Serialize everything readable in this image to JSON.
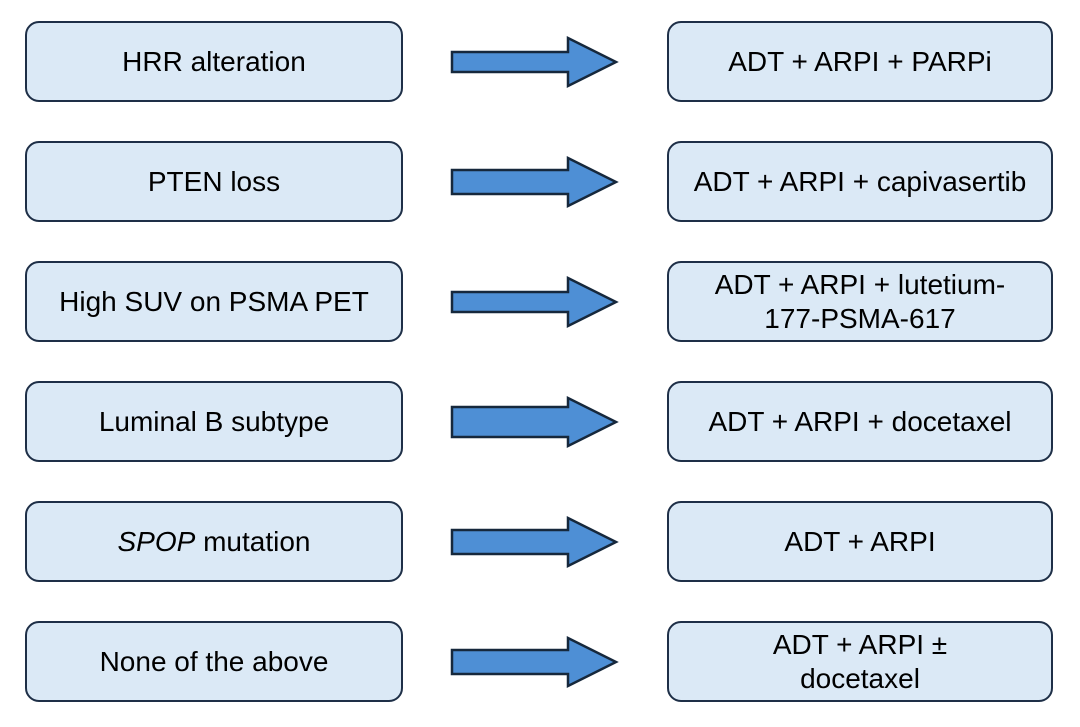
{
  "diagram": {
    "type": "flowchart",
    "description": "Condition to treatment mapping, six rows, left condition box with block arrow pointing to right treatment box",
    "colors": {
      "box_fill": "#dbe9f6",
      "box_border": "#1e2f47",
      "arrow_fill": "#4e8fd5",
      "arrow_border": "#16283c",
      "text": "#000000",
      "background": "#ffffff"
    },
    "arrow_icon": "right-block-arrow",
    "rows": [
      {
        "condition_em": "",
        "condition_rest": "HRR alteration",
        "treatment_line1": "ADT + ARPI + PARPi",
        "treatment_line2": ""
      },
      {
        "condition_em": "",
        "condition_rest": "PTEN loss",
        "treatment_line1": "ADT + ARPI + capivasertib",
        "treatment_line2": ""
      },
      {
        "condition_em": "",
        "condition_rest": "High SUV on PSMA PET",
        "treatment_line1": "ADT + ARPI + lutetium-",
        "treatment_line2": "177-PSMA-617"
      },
      {
        "condition_em": "",
        "condition_rest": "Luminal B subtype",
        "treatment_line1": "ADT + ARPI + docetaxel",
        "treatment_line2": ""
      },
      {
        "condition_em": "SPOP",
        "condition_rest": " mutation",
        "treatment_line1": "ADT + ARPI",
        "treatment_line2": ""
      },
      {
        "condition_em": "",
        "condition_rest": "None of the above",
        "treatment_line1": "ADT + ARPI ±",
        "treatment_line2": "docetaxel"
      }
    ]
  }
}
